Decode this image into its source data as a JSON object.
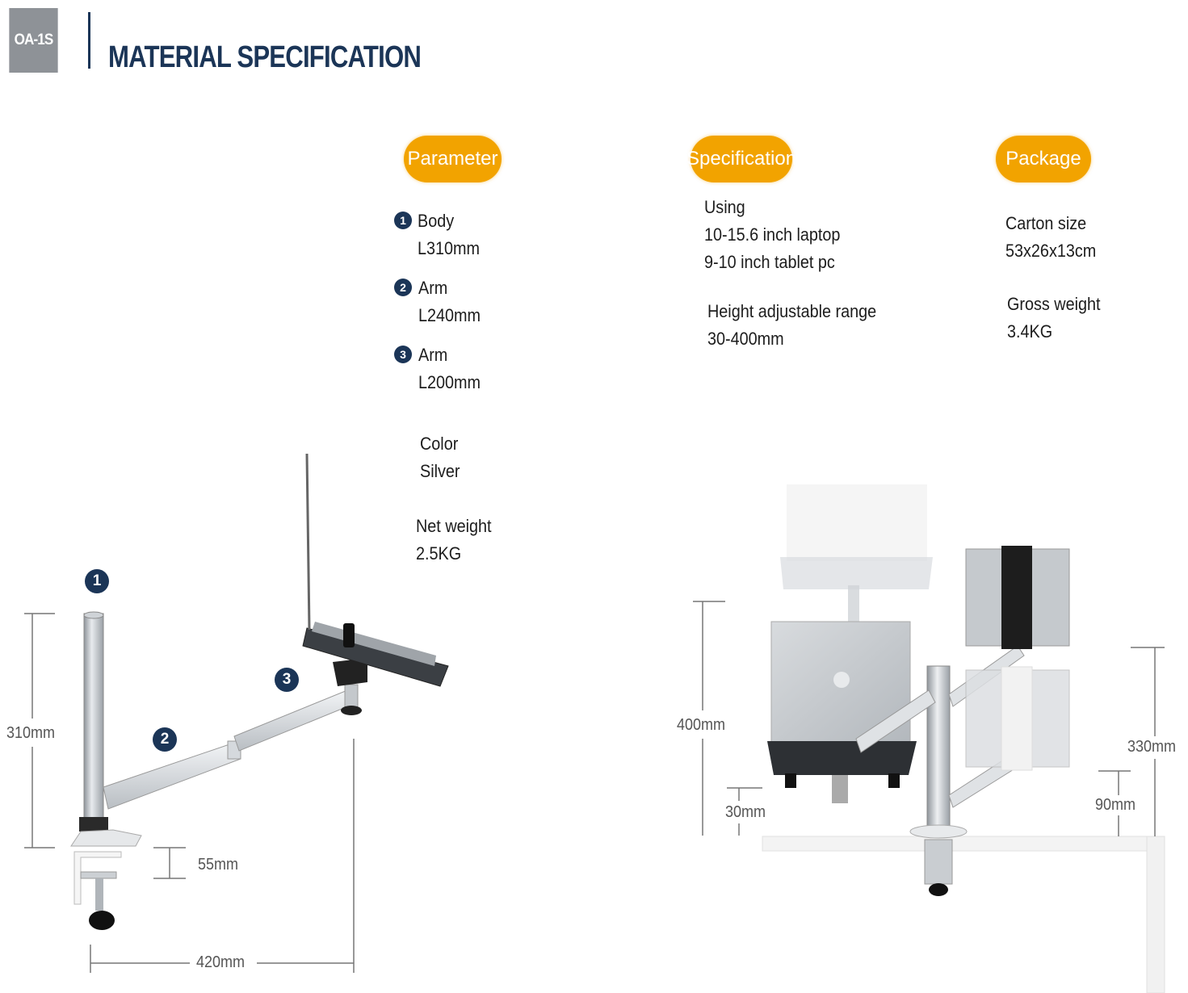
{
  "header": {
    "model": "OA-1S",
    "title": "MATERIAL SPECIFICATION"
  },
  "parameter": {
    "heading": "Parameter",
    "items": [
      {
        "num": "1",
        "name": "Body",
        "value": "L310mm"
      },
      {
        "num": "2",
        "name": "Arm",
        "value": "L240mm"
      },
      {
        "num": "3",
        "name": "Arm",
        "value": "L200mm"
      }
    ],
    "color_label": "Color",
    "color_value": "Silver",
    "net_weight_label": "Net weight",
    "net_weight_value": "2.5KG"
  },
  "specification": {
    "heading": "Specification",
    "using_label": "Using",
    "using_lines": [
      "10-15.6 inch laptop",
      "9-10 inch tablet pc"
    ],
    "height_label": "Height adjustable range",
    "height_value": "30-400mm"
  },
  "package": {
    "heading": "Package",
    "carton_label": "Carton size",
    "carton_value": "53x26x13cm",
    "gross_label": "Gross weight",
    "gross_value": "3.4KG"
  },
  "left_diagram": {
    "markers": [
      "1",
      "2",
      "3"
    ],
    "dim_height": "310mm",
    "dim_clamp": "55mm",
    "dim_width": "420mm"
  },
  "right_diagram": {
    "dim_400": "400mm",
    "dim_30": "30mm",
    "dim_330": "330mm",
    "dim_90": "90mm"
  },
  "colors": {
    "navy": "#1b3557",
    "orange": "#f2a300",
    "badge_gray": "#8e9297"
  }
}
